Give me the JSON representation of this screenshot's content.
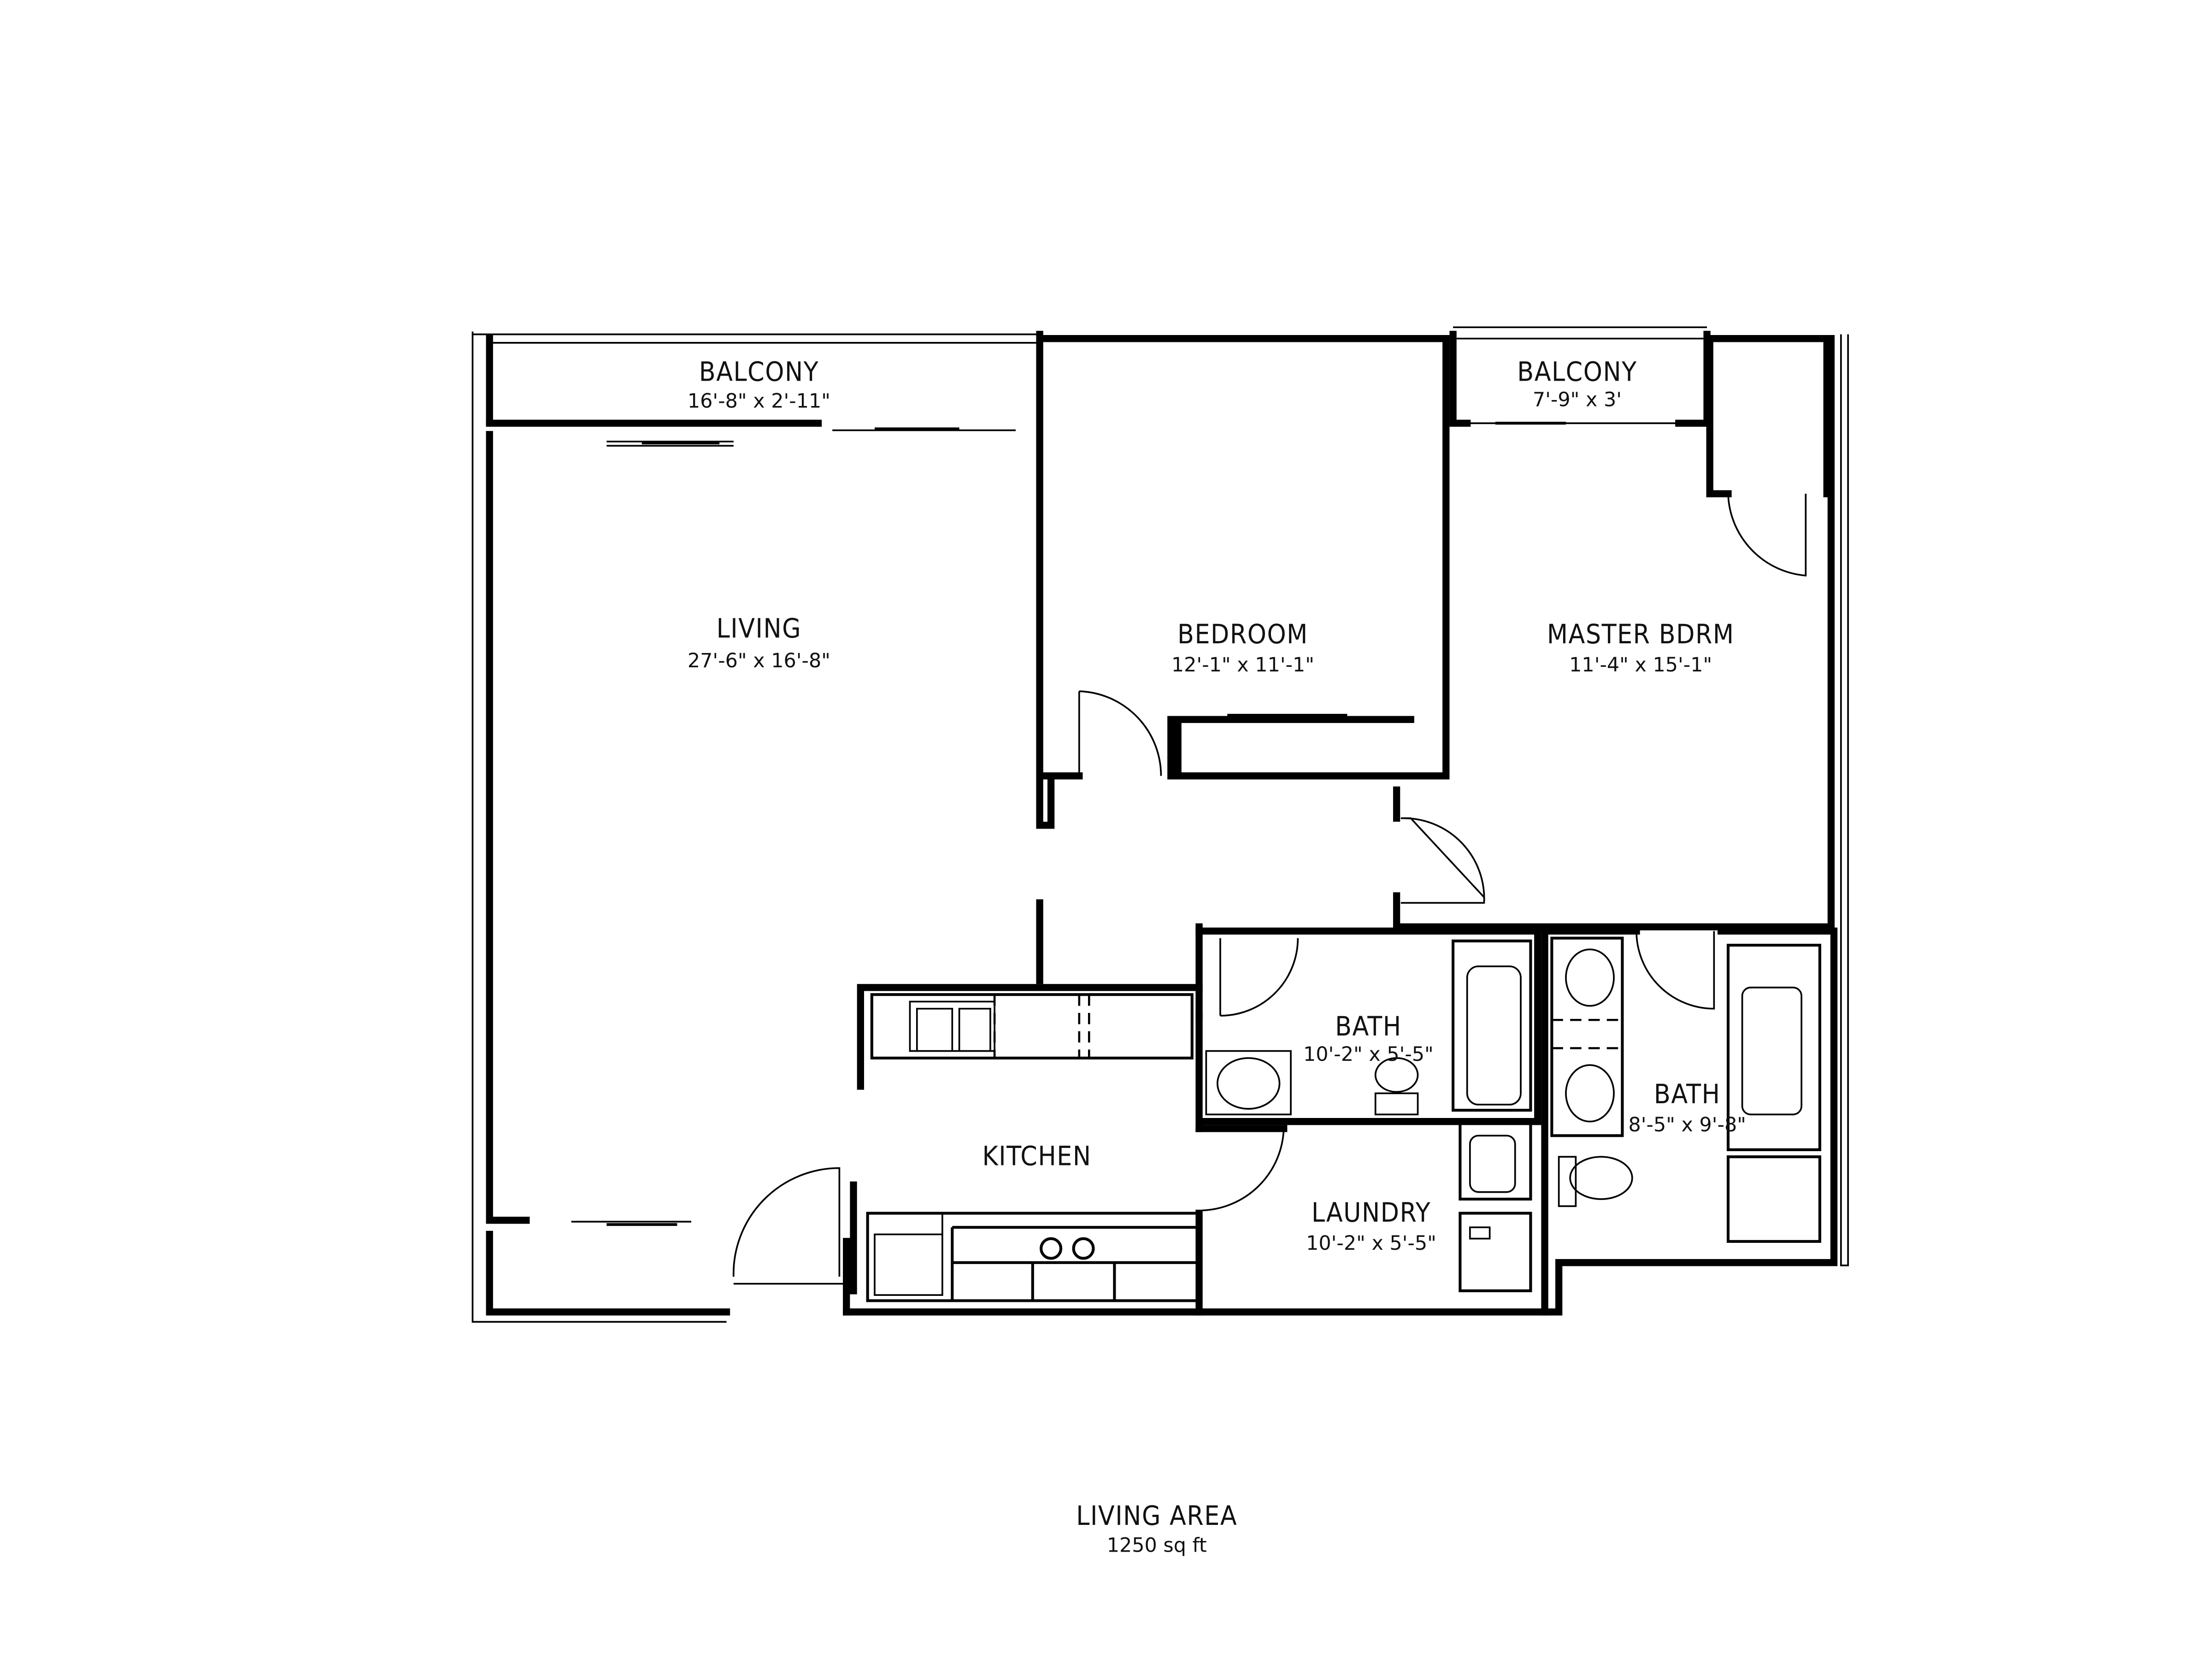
{
  "rooms": {
    "balcony_left": {
      "name": "BALCONY",
      "dims": "16'-8\" x 2'-11\""
    },
    "balcony_right": {
      "name": "BALCONY",
      "dims": "7'-9\" x 3'"
    },
    "living": {
      "name": "LIVING",
      "dims": "27'-6\" x 16'-8\""
    },
    "bedroom": {
      "name": "BEDROOM",
      "dims": "12'-1\" x 11'-1\""
    },
    "master": {
      "name": "MASTER BDRM",
      "dims": "11'-4\" x 15'-1\""
    },
    "bath1": {
      "name": "BATH",
      "dims": "10'-2\" x 5'-5\""
    },
    "bath2": {
      "name": "BATH",
      "dims": "8'-5\" x 9'-8\""
    },
    "kitchen": {
      "name": "KITCHEN"
    },
    "laundry": {
      "name": "LAUNDRY",
      "dims": "10'-2\" x 5'-5\""
    }
  },
  "footer": {
    "title": "LIVING AREA",
    "area": "1250 sq ft"
  }
}
